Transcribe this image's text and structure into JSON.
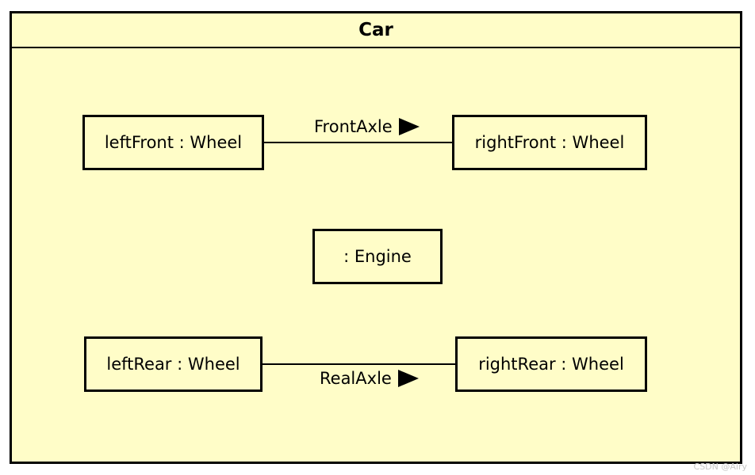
{
  "diagram": {
    "type": "uml-object-diagram",
    "container": {
      "title": "Car"
    },
    "nodes": [
      {
        "id": "leftFront",
        "label": "leftFront : Wheel"
      },
      {
        "id": "rightFront",
        "label": "rightFront : Wheel"
      },
      {
        "id": "engine",
        "label": ": Engine"
      },
      {
        "id": "leftRear",
        "label": "leftRear : Wheel"
      },
      {
        "id": "rightRear",
        "label": "rightRear : Wheel"
      }
    ],
    "links": [
      {
        "from": "leftFront",
        "to": "rightFront",
        "label": "FrontAxle",
        "direction": "right"
      },
      {
        "from": "leftRear",
        "to": "rightRear",
        "label": "RealAxle",
        "direction": "right"
      }
    ]
  },
  "watermark": "CSDN @Airy",
  "colors": {
    "fill": "#fffdc8",
    "stroke": "#000000",
    "background": "#ffffff"
  }
}
